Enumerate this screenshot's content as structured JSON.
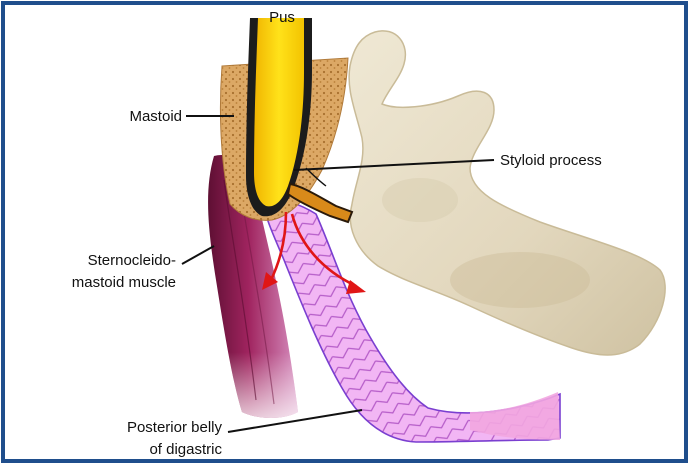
{
  "labels": {
    "pus": "Pus",
    "mastoid": "Mastoid",
    "styloid": "Styloid process",
    "scm_line1": "Sternocleido-",
    "scm_line2": "mastoid muscle",
    "digastric_line1": "Posterior belly",
    "digastric_line2": "of digastric"
  },
  "colors": {
    "frame": "#1f4e8c",
    "pus": "#f2d400",
    "mastoid_bone": "#d9a860",
    "mandible": "#e6dcc4",
    "sternocleidomastoid": "#8e1f55",
    "digastric": "#e79bea",
    "digastric_outline": "#7a3fd0",
    "styloid": "#d88a1a",
    "arrows": "#e01616"
  }
}
